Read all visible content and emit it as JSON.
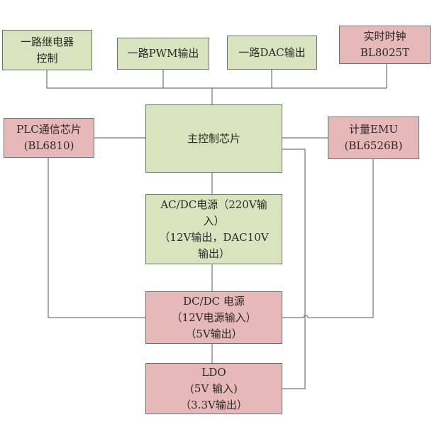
{
  "colors": {
    "green_fill": "#d7e4bd",
    "red_fill": "#e6b9b8",
    "border": "#707070",
    "wire": "#555555"
  },
  "blocks": {
    "relay": {
      "lines": [
        "一路继电器",
        "控制"
      ]
    },
    "pwm": {
      "lines": [
        "一路PWM输出"
      ]
    },
    "dac": {
      "lines": [
        "一路DAC输出"
      ]
    },
    "rtc": {
      "lines": [
        "实时时钟",
        "BL8025T"
      ]
    },
    "plc": {
      "lines": [
        "PLC通信芯片",
        "(BL6810)"
      ]
    },
    "mcu": {
      "lines": [
        "主控制芯片"
      ]
    },
    "emu": {
      "lines": [
        "计量EMU",
        "(BL6526B)"
      ]
    },
    "acdc": {
      "lines": [
        "AC/DC电源（220V输",
        "入）",
        "（12V输出，DAC10V",
        "输出）"
      ]
    },
    "dcdc": {
      "lines": [
        "DC/DC 电源",
        "（12V电源输入）",
        "（5V输出）"
      ]
    },
    "ldo": {
      "lines": [
        "LDO",
        "(5V 输入)",
        "（3.3V输出）"
      ]
    }
  }
}
